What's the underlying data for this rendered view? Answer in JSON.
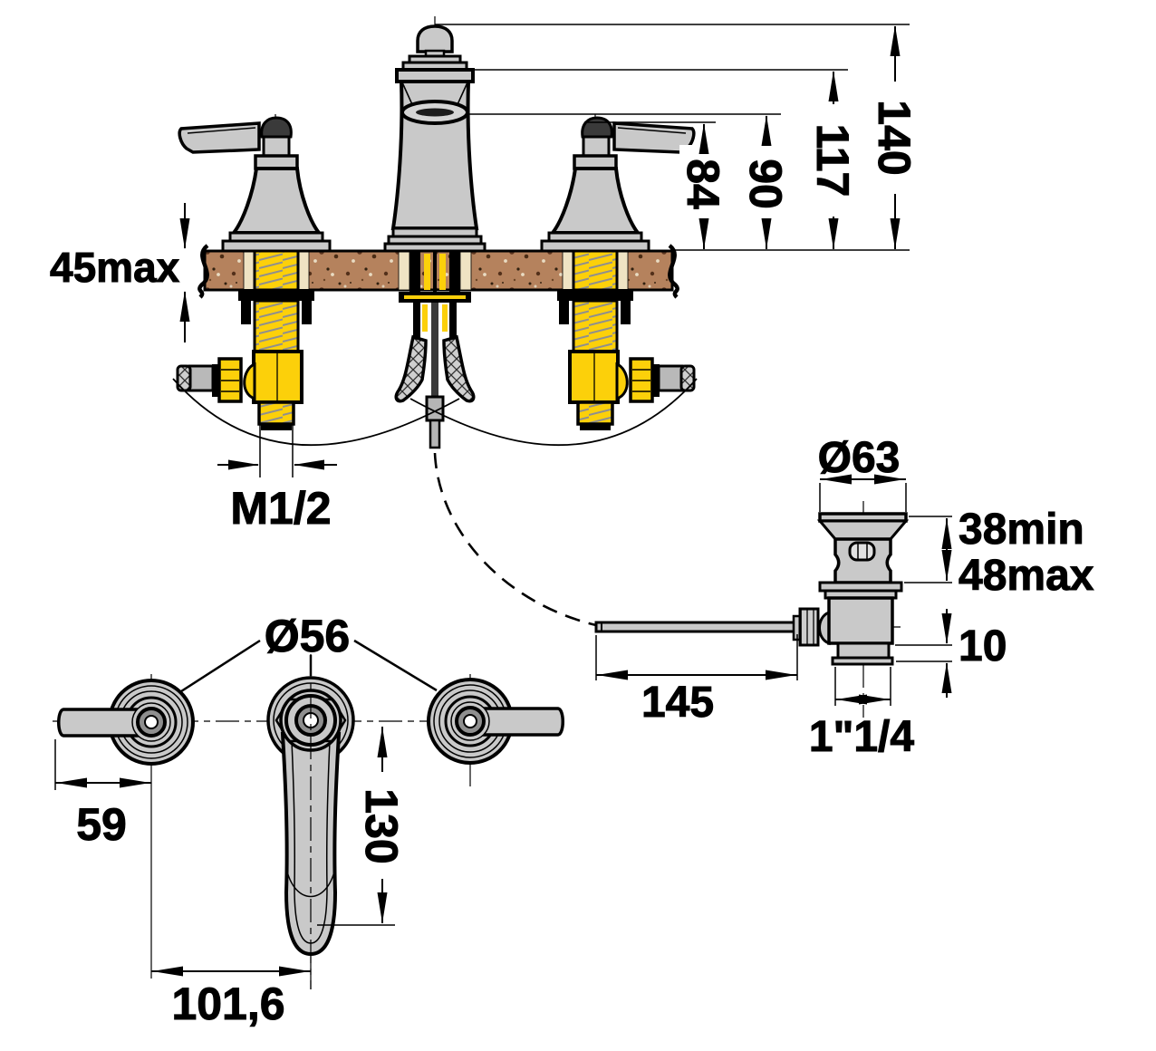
{
  "labels": {
    "side": {
      "counter_thickness": "45max",
      "handle_height": "84",
      "outlet_height": "90",
      "spout_top_height": "117",
      "total_height": "140",
      "inlet_thread": "M1/2"
    },
    "drain": {
      "flange_diameter": "Ø63",
      "deck_min": "38min",
      "deck_max": "48max",
      "step_height": "10",
      "rod_length": "145",
      "outlet_thread": "1\"1/4"
    },
    "plan": {
      "escutcheon_diameter": "Ø56",
      "handle_reach": "59",
      "spout_reach": "130",
      "centers_distance": "101,6"
    }
  },
  "colors": {
    "metal": "#c9c9c9",
    "metal_dark": "#9a9a9a",
    "brass": "#fcd00a",
    "counter": "#b5825d",
    "counter_strip": "#efe3c3",
    "line": "#000000",
    "background": "#ffffff"
  }
}
